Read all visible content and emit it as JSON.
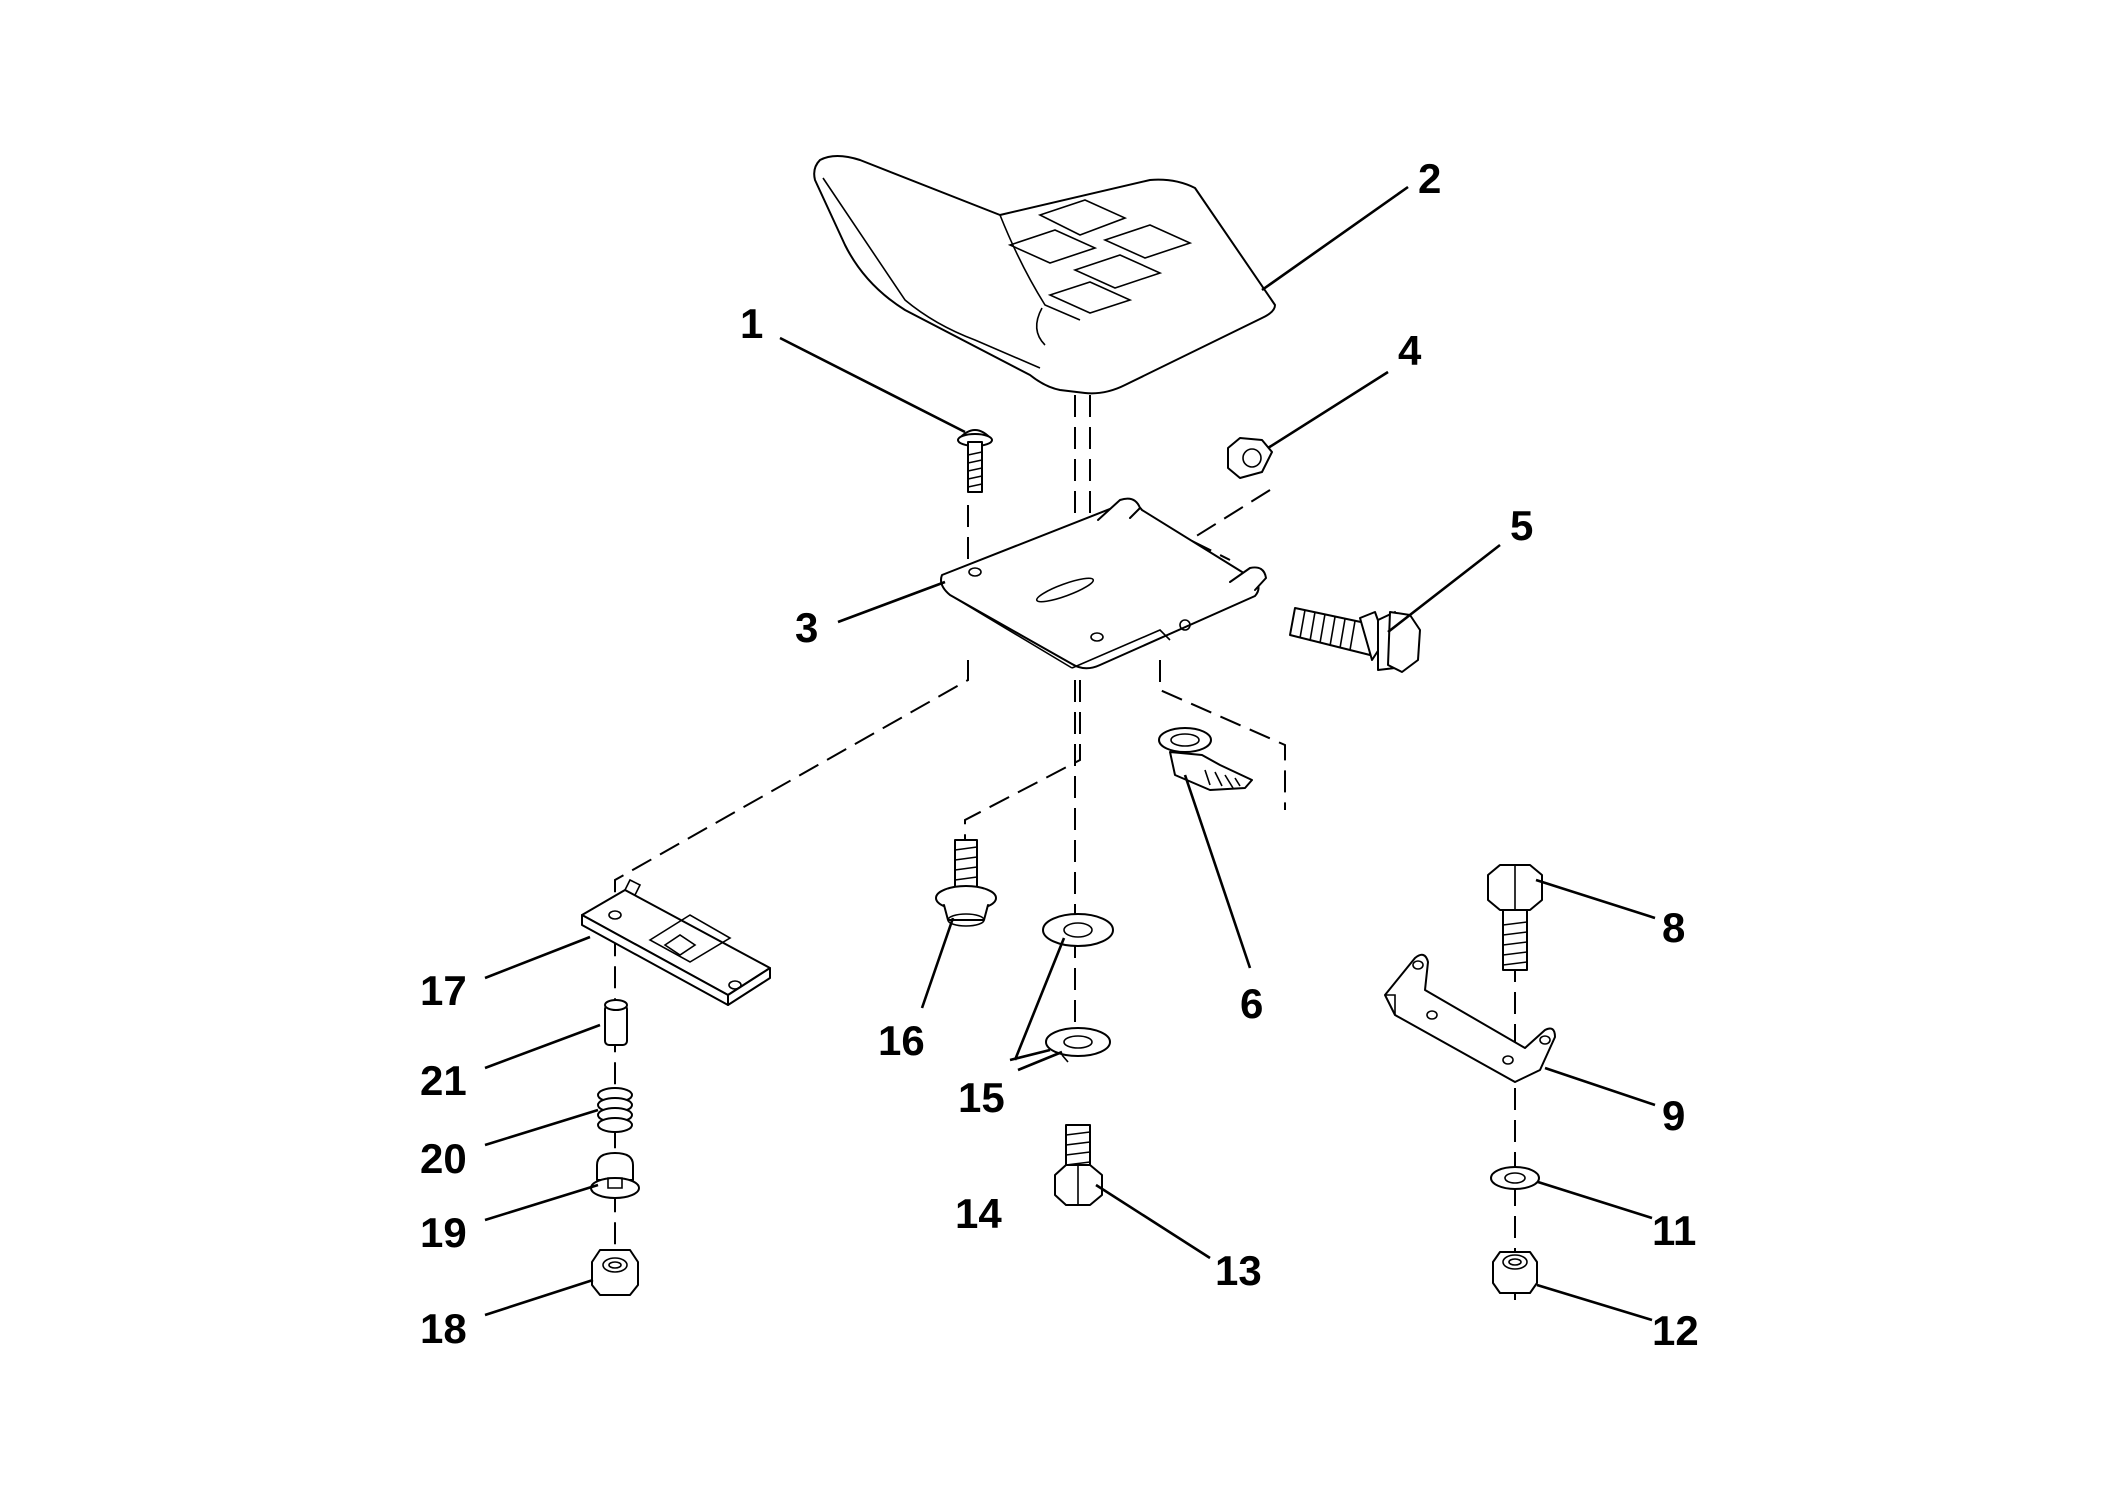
{
  "diagram": {
    "part_numbers": [
      "1",
      "2",
      "3",
      "4",
      "5",
      "6",
      "8",
      "9",
      "11",
      "12",
      "13",
      "14",
      "15",
      "16",
      "17",
      "18",
      "19",
      "20",
      "21"
    ]
  },
  "colors": {
    "line": "#000000",
    "background": "#ffffff"
  }
}
